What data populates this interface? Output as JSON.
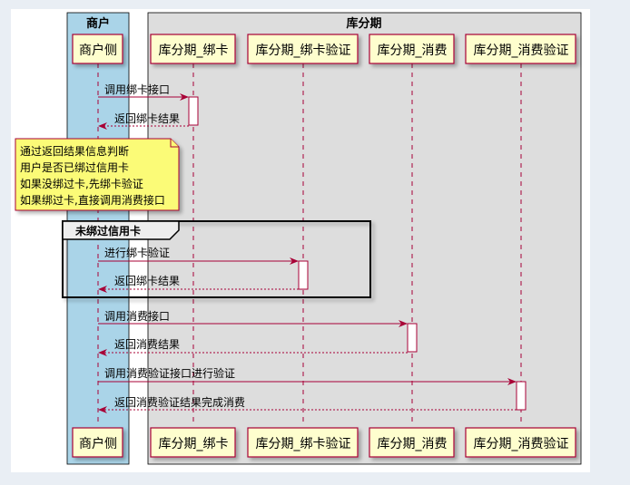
{
  "boxes": {
    "merchant": {
      "title": "商户",
      "color": "#aad4e8"
    },
    "vendor": {
      "title": "库分期",
      "color": "#dddddd"
    }
  },
  "participants": {
    "merchant_side": "商户侧",
    "bind_card": "库分期_绑卡",
    "bind_verify": "库分期_绑卡验证",
    "consume": "库分期_消费",
    "consume_verify": "库分期_消费验证"
  },
  "messages": {
    "m1": "调用绑卡接口",
    "m2": "返回绑卡结果",
    "m3": "进行绑卡验证",
    "m4": "返回绑卡结果",
    "m5": "调用消费接口",
    "m6": "返回消费结果",
    "m7": "调用消费验证接口进行验证",
    "m8": "返回消费验证结果完成消费"
  },
  "note": {
    "line1": "通过返回结果信息判断",
    "line2": "用户是否已绑过信用卡",
    "line3": "如果没绑过卡,先绑卡验证",
    "line4": "如果绑过卡,直接调用消费接口",
    "color": "#fbfb77"
  },
  "group": {
    "label": "未绑过信用卡"
  },
  "colors": {
    "participant_fill": "#fefece",
    "participant_border": "#a80036",
    "arrow": "#a80036"
  }
}
